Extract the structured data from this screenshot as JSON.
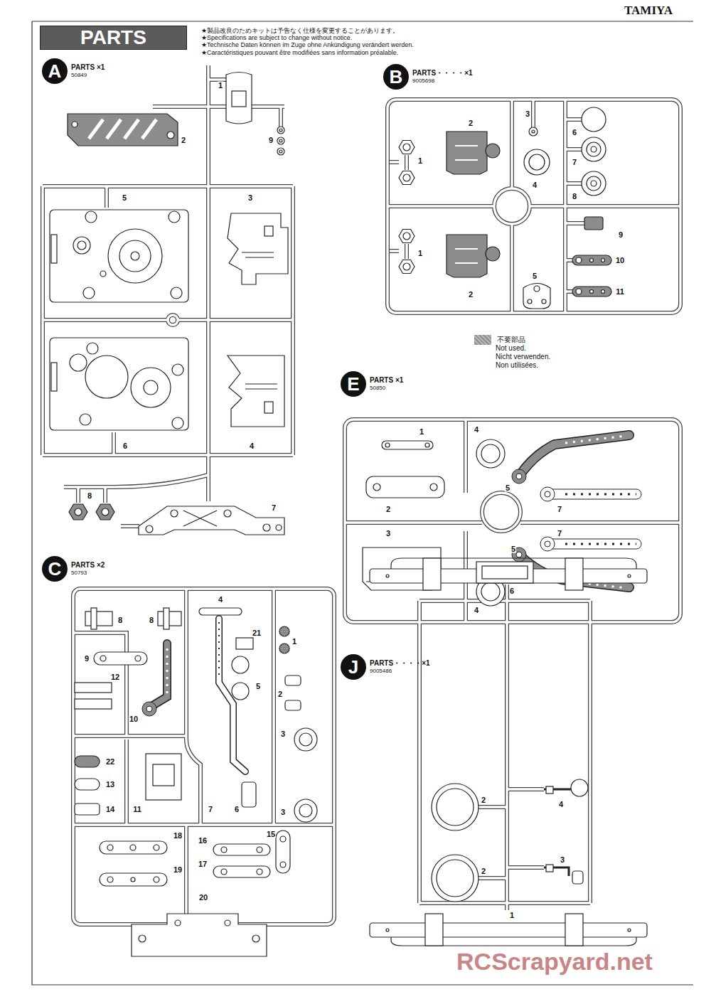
{
  "diagram": {
    "title": "PARTS",
    "nodes": [
      {
        "text": [
          "A",
          "PARTS ×1",
          "50849"
        ]
      },
      {
        "text": [
          "B",
          "PARTS・・・・×1",
          "9005698"
        ]
      },
      {
        "text": [
          "E",
          "PARTS ×1",
          "50850"
        ]
      },
      {
        "text": [
          "C",
          "PARTS ×2",
          "50793"
        ]
      },
      {
        "text": [
          "J",
          "PARTS・・・・×1",
          "9005486"
        ]
      }
    ],
    "labels": [
      "TAMIYA",
      "★製品改良のためキットは予告なく仕様を変更することがあります。",
      "★Specifications are subject to change without notice.",
      "★Technische Daten können im Zuge ohne Ankündigung verändert werden.",
      "★Caractéristiques pouvant être modifiées sans information préalable.",
      "1",
      "2",
      "9",
      "5",
      "3",
      "6",
      "4",
      "8",
      "7",
      "2",
      "3",
      "1",
      "6",
      "7",
      "4",
      "8",
      "9",
      "10",
      "11",
      "1",
      "5",
      "2",
      "Not used.",
      "Nicht verwenden.",
      "Non utilisées.",
      "1",
      "4",
      "2",
      "5",
      "7",
      "3",
      "7",
      "6",
      "4",
      "4",
      "8",
      "8",
      "21",
      "1",
      "9",
      "12",
      "5",
      "2",
      "10",
      "22",
      "3",
      "13",
      "14",
      "11",
      "7",
      "6",
      "3",
      "18",
      "16",
      "15",
      "17",
      "19",
      "20",
      "5",
      "2",
      "4",
      "3",
      "2",
      "1",
      "RCScrapyard.net"
    ],
    "legend": [
      {
        "text": "不要部品",
        "color": "#8f8f8f"
      }
    ]
  }
}
